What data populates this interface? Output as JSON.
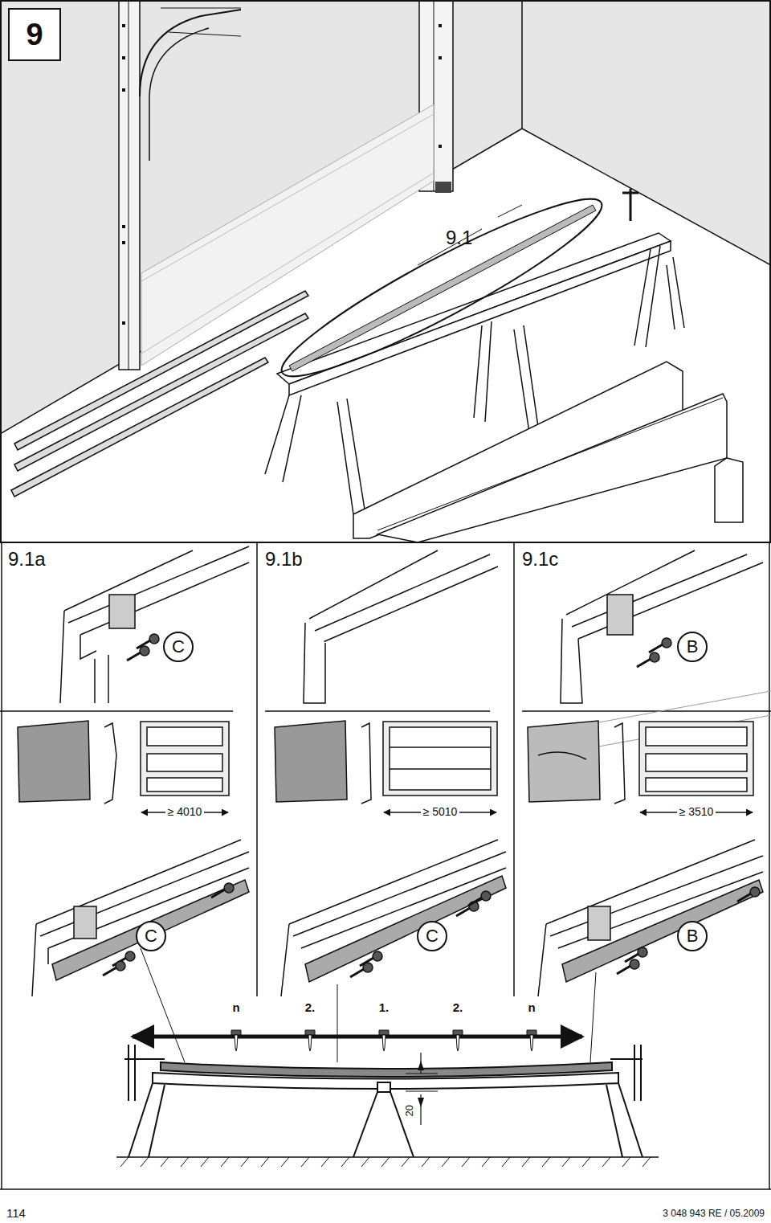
{
  "diagram": {
    "nodes": [
      {
        "text": [
          "9"
        ]
      },
      {
        "text": [
          "C"
        ]
      },
      {
        "text": [
          "B"
        ]
      },
      {
        "text": [
          "C"
        ]
      },
      {
        "text": [
          "C"
        ]
      },
      {
        "text": [
          "B"
        ]
      }
    ],
    "labels": [
      "9.1",
      "9.1a",
      "9.1b",
      "9.1c",
      "≥ 4010",
      "≥ 5010",
      "≥ 3510",
      "n",
      "2.",
      "1.",
      "2.",
      "n",
      "20",
      "114",
      "3 048 943 RE / 05.2009"
    ]
  }
}
